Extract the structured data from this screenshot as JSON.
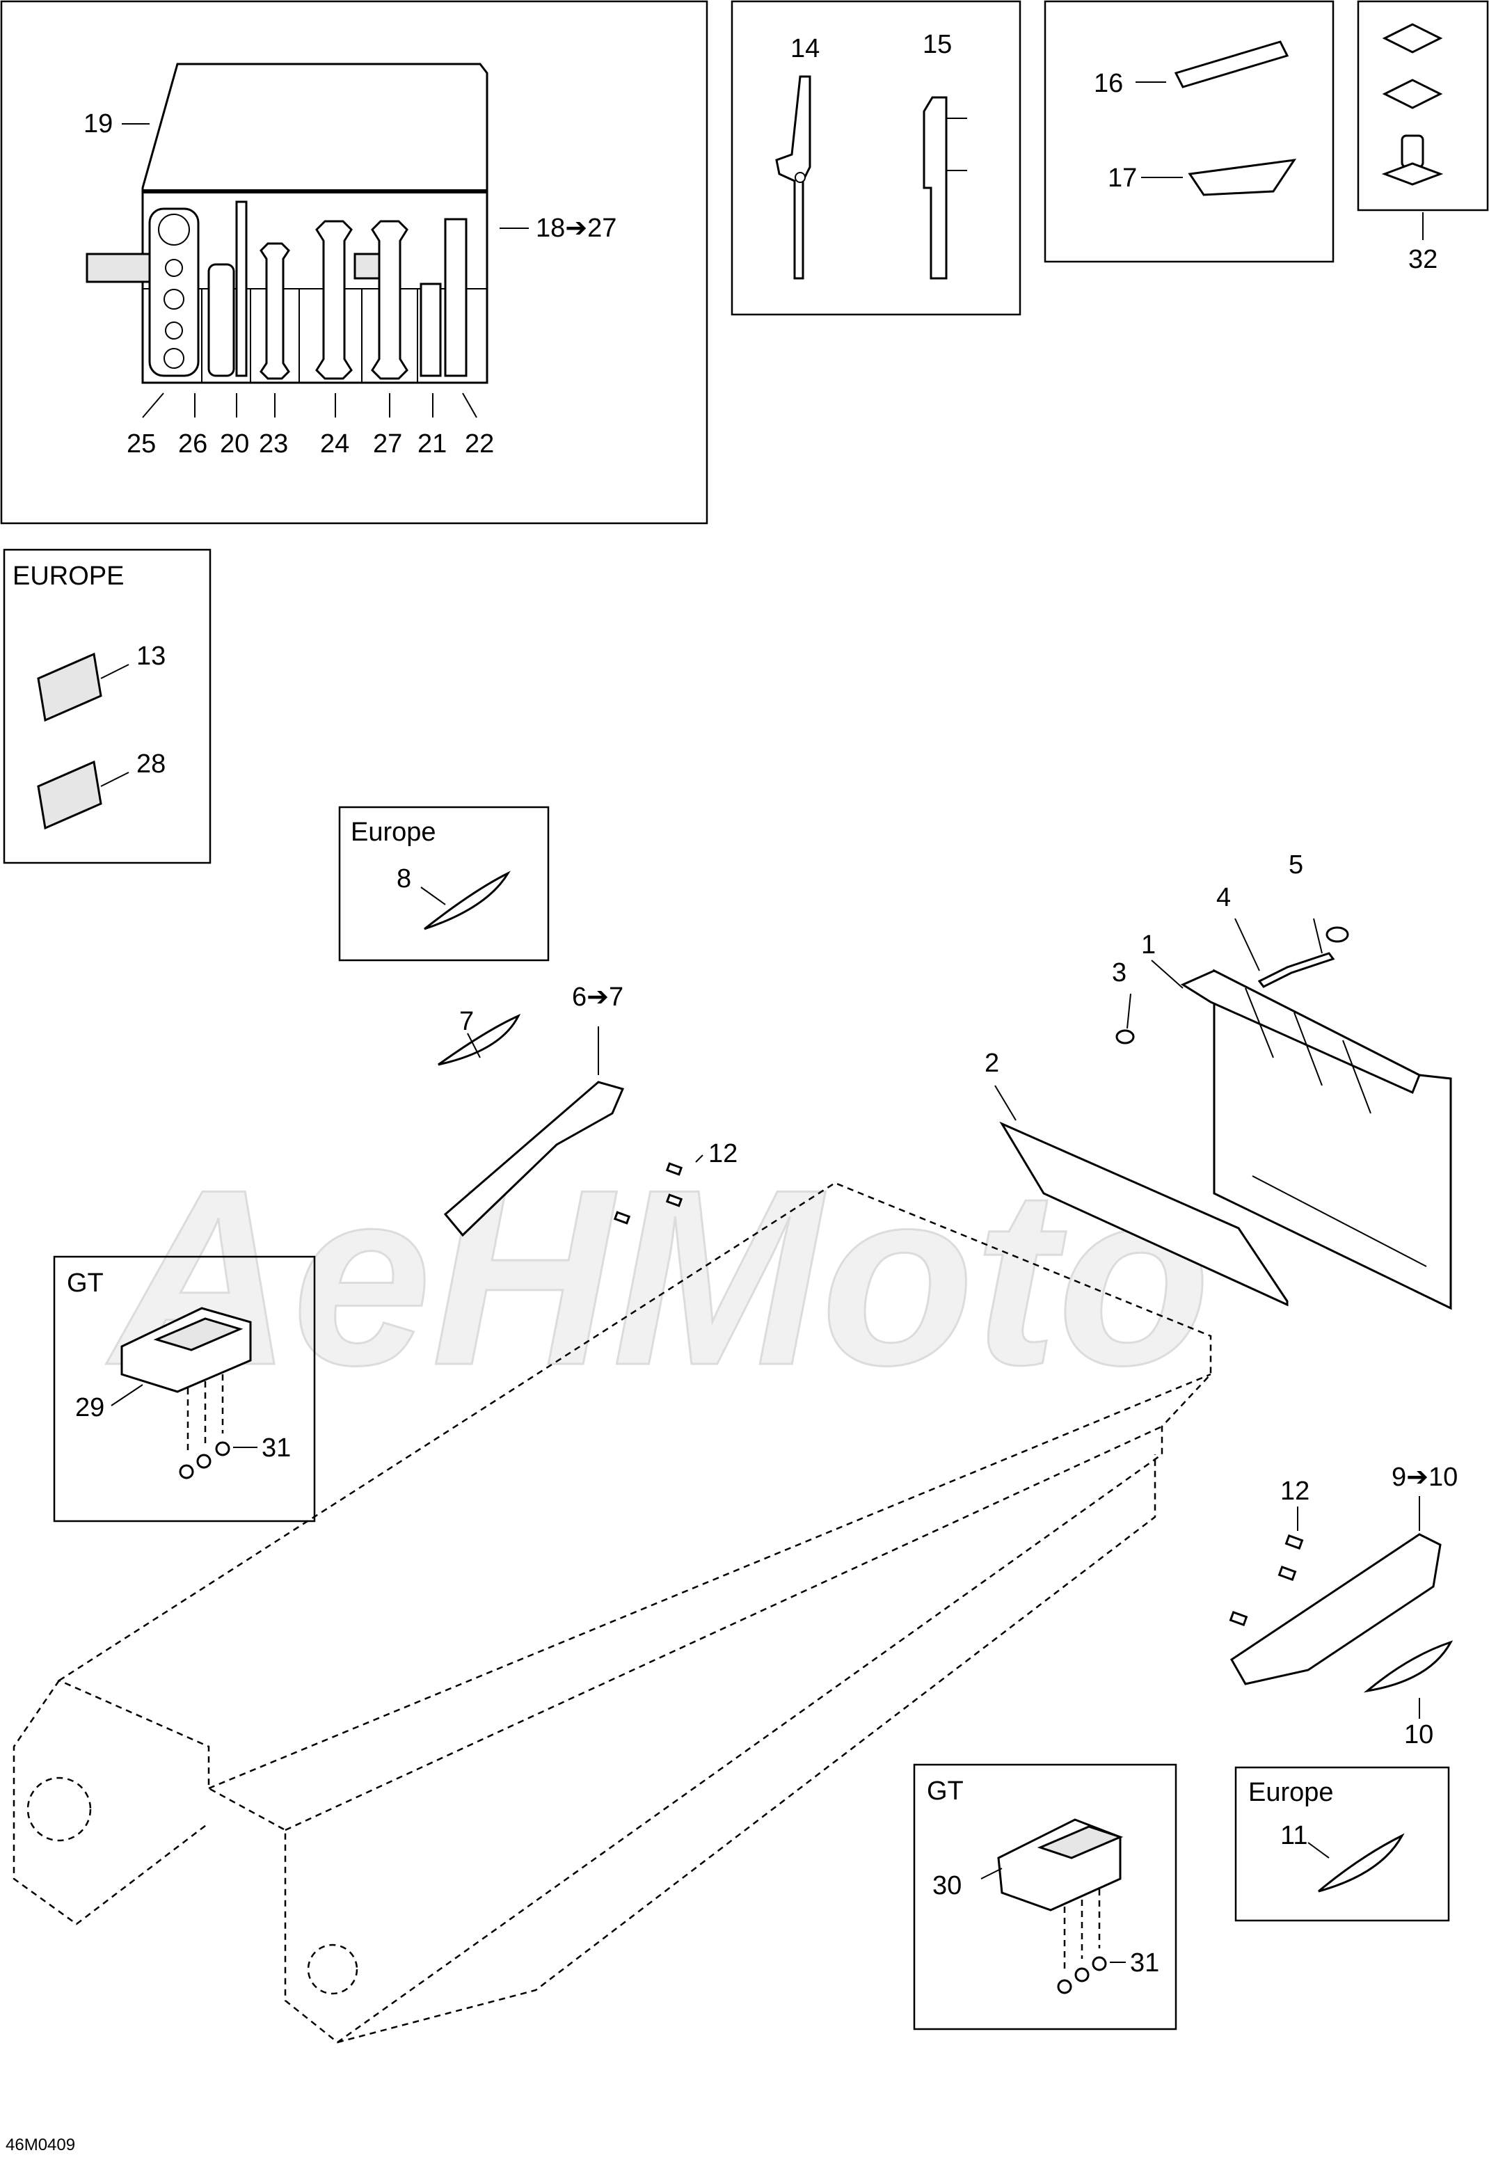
{
  "watermark": "AeHMoto",
  "footer_code": "46M0409",
  "insets": {
    "tool_kit": {
      "bag_callout": "19",
      "kit_callout": "18➔27",
      "bottom_callouts": [
        "25",
        "26",
        "20",
        "23",
        "24",
        "27",
        "21",
        "22"
      ]
    },
    "wrenches": {
      "callouts": [
        "14",
        "15"
      ]
    },
    "keys": {
      "callouts": [
        "16",
        "17"
      ]
    },
    "fastener": {
      "callout": "32"
    },
    "europe_decals": {
      "title": "EUROPE",
      "callouts": [
        "13",
        "28"
      ]
    },
    "europe_front": {
      "title": "Europe",
      "callout": "8"
    },
    "gt_left": {
      "title": "GT",
      "callouts": [
        "29",
        "31"
      ]
    },
    "gt_right": {
      "title": "GT",
      "callouts": [
        "30",
        "31"
      ]
    },
    "europe_right": {
      "title": "Europe",
      "callout": "11"
    }
  },
  "main": {
    "flap_callouts": [
      "1",
      "2",
      "3",
      "4",
      "5"
    ],
    "left_step_callouts": [
      "6➔7",
      "7",
      "12"
    ],
    "right_step_callouts": [
      "9➔10",
      "12",
      "10"
    ]
  }
}
